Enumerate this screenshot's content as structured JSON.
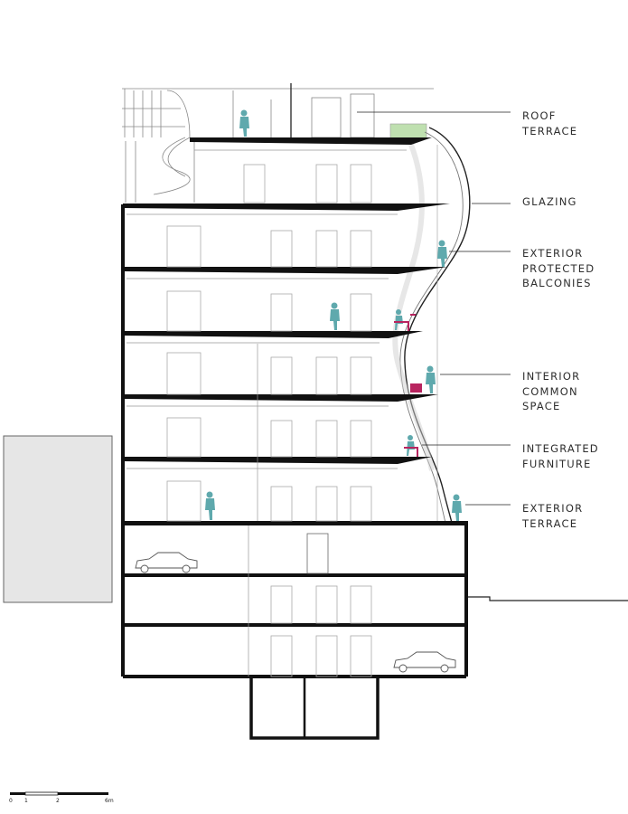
{
  "labels": {
    "roof_terrace": "ROOF\nTERRACE",
    "glazing": "GLAZING",
    "exterior_balconies": "EXTERIOR\nPROTECTED\nBALCONIES",
    "interior_common": "INTERIOR\nCOMMON\nSPACE",
    "integrated_furniture": "INTEGRATED\nFURNITURE",
    "exterior_terrace": "EXTERIOR\nTERRACE"
  },
  "scale_bar": {
    "ticks": [
      "0",
      "1",
      "2",
      "6m"
    ]
  },
  "colors": {
    "structure": "#111111",
    "people": "#5fa9ad",
    "furniture": "#b8245f",
    "neighbor": "#e6e6e6",
    "glazing": "#bdbdbd",
    "vegetation": "#bfe0b0"
  }
}
